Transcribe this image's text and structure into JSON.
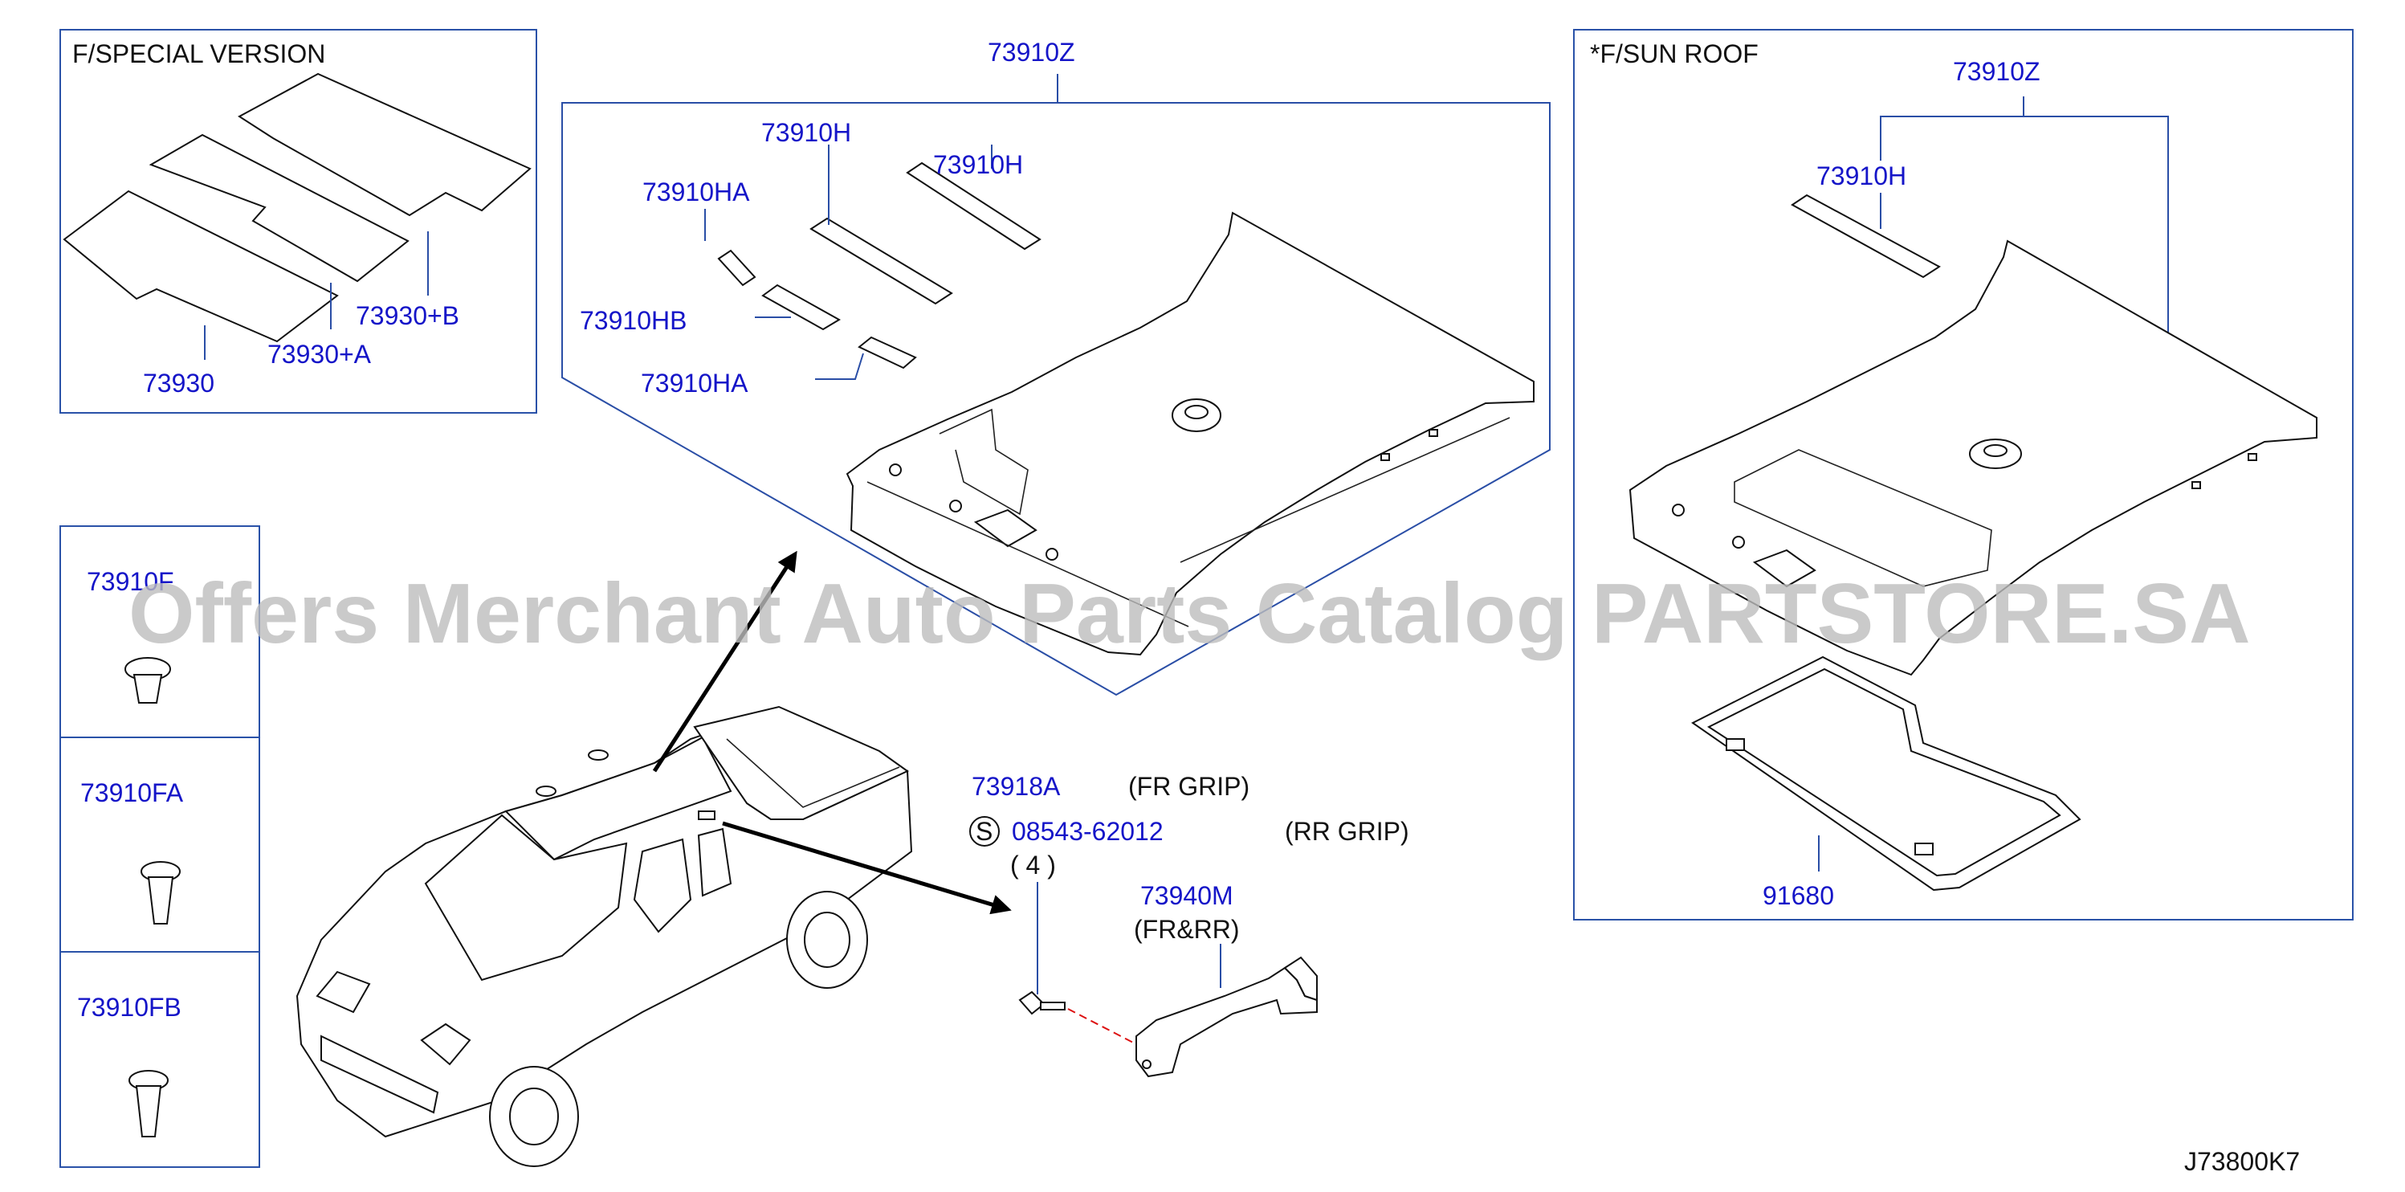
{
  "panels": {
    "special_version": {
      "title": "F/SPECIAL  VERSION"
    },
    "sun_roof": {
      "title": "*F/SUN  ROOF"
    }
  },
  "parts": {
    "p73930": "73930",
    "p73930a": "73930+A",
    "p73930b": "73930+B",
    "p73910z": "73910Z",
    "p73910h_1": "73910H",
    "p73910h_2": "73910H",
    "p73910ha_1": "73910HA",
    "p73910hb": "73910HB",
    "p73910ha_2": "73910HA",
    "p73910z_sr": "73910Z",
    "p73910h_sr": "73910H",
    "p91680": "91680",
    "p73910f": "73910F",
    "p73910fa": "73910FA",
    "p73910fb": "73910FB",
    "p73918a": "73918A",
    "p08543": "08543-62012",
    "p73940m": "73940M"
  },
  "labels": {
    "fr_grip": "(FR  GRIP)",
    "rr_grip": "(RR  GRIP)",
    "qty": "(   4   )",
    "fr_rr": "(FR&RR)",
    "s_mark": "S"
  },
  "diagram_code": "J73800K7",
  "watermark": "Offers Merchant Auto Parts Catalog PARTSTORE.SA",
  "colors": {
    "part_number": "#1515c8",
    "frame": "#2a52a8",
    "watermark": "#bdbdbd"
  }
}
